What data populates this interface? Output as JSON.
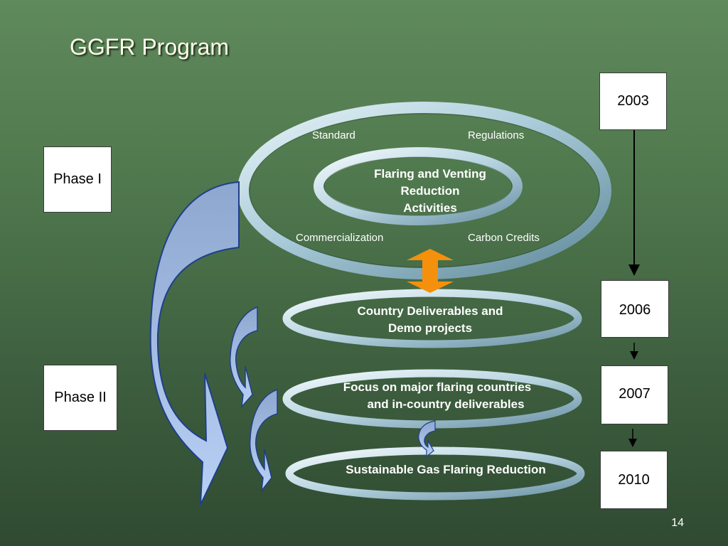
{
  "slide": {
    "title": "GGFR Program",
    "page_number": "14"
  },
  "phases": {
    "phase1": "Phase I",
    "phase2": "Phase II"
  },
  "years": {
    "y2003": "2003",
    "y2006": "2006",
    "y2007": "2007",
    "y2010": "2010"
  },
  "outer_ring": {
    "standard": "Standard",
    "regulations": "Regulations",
    "commercialization": "Commercialization",
    "carbon_credits": "Carbon Credits"
  },
  "inner_ring": {
    "line1": "Flaring and Venting",
    "line2": "Reduction",
    "line3": "Activities"
  },
  "stages": {
    "country_line1": "Country Deliverables and",
    "country_line2": "Demo projects",
    "focus_line1": "Focus on major flaring countries",
    "focus_line2": "and in-country deliverables",
    "sustainable": "Sustainable Gas Flaring Reduction"
  }
}
